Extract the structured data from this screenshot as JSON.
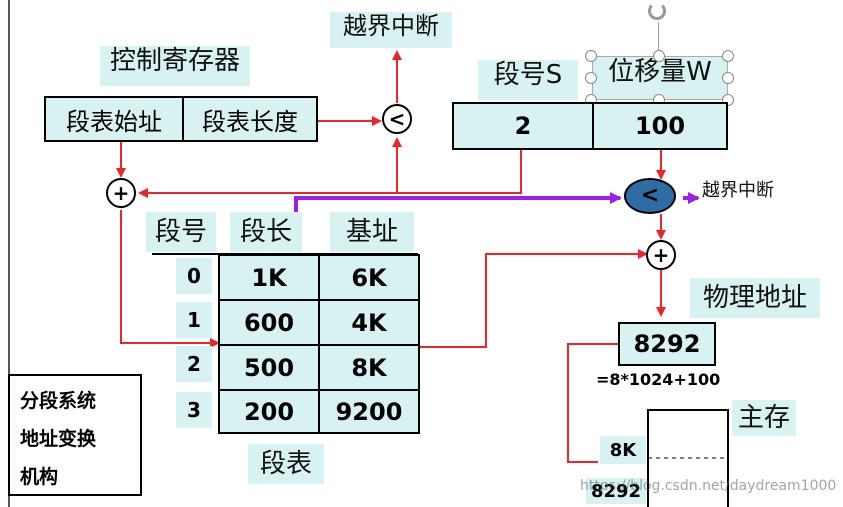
{
  "labels": {
    "overflow_top": "越界中断",
    "overflow_right": "越界中断",
    "control_register": "控制寄存器",
    "seg_table_start": "段表始址",
    "seg_table_length": "段表长度",
    "seg_no_header": "段号S",
    "offset_header": "位移量W",
    "seg_no_value": "2",
    "offset_value": "100",
    "col_seg_no": "段号",
    "col_seg_len": "段长",
    "col_base": "基址",
    "seg_table_caption": "段表",
    "physical_address": "物理地址",
    "phys_value": "8292",
    "phys_formula": "=8*1024+100",
    "main_memory": "主存",
    "mem_8k": "8K",
    "mem_8292": "8292",
    "caption_line1": "分段系统",
    "caption_line2": "地址变换",
    "caption_line3": "机构",
    "watermark": "https://blog.csdn.net/daydream1000"
  },
  "symbols": {
    "compare": "<",
    "add": "+"
  },
  "segment_table": {
    "rows": [
      {
        "no": "0",
        "len": "1K",
        "base": "6K"
      },
      {
        "no": "1",
        "len": "600",
        "base": "4K"
      },
      {
        "no": "2",
        "len": "500",
        "base": "8K"
      },
      {
        "no": "3",
        "len": "200",
        "base": "9200"
      }
    ]
  },
  "colors": {
    "red": "#e8262b",
    "purple": "#9b1fe8",
    "label_bg": "#d8f2f2",
    "compare_fill": "#2e6da4"
  }
}
